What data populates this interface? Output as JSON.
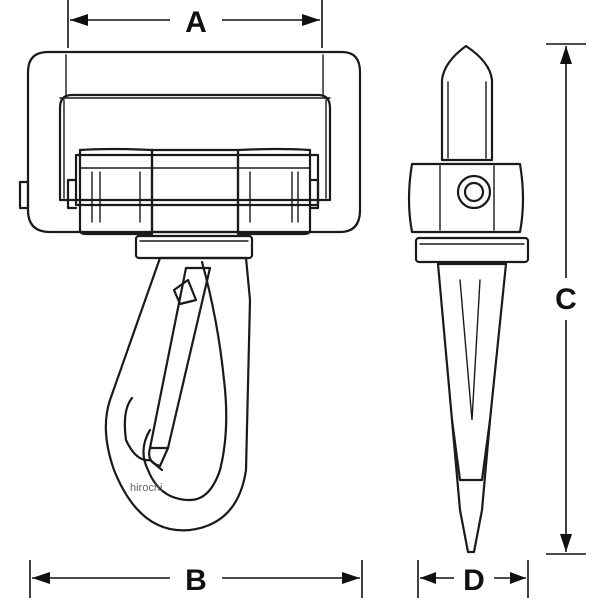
{
  "dimensions": {
    "a": "A",
    "b": "B",
    "c": "C",
    "d": "D"
  },
  "watermark": "hirochi",
  "colors": {
    "line": "#1a1a1a",
    "background": "#ffffff"
  }
}
